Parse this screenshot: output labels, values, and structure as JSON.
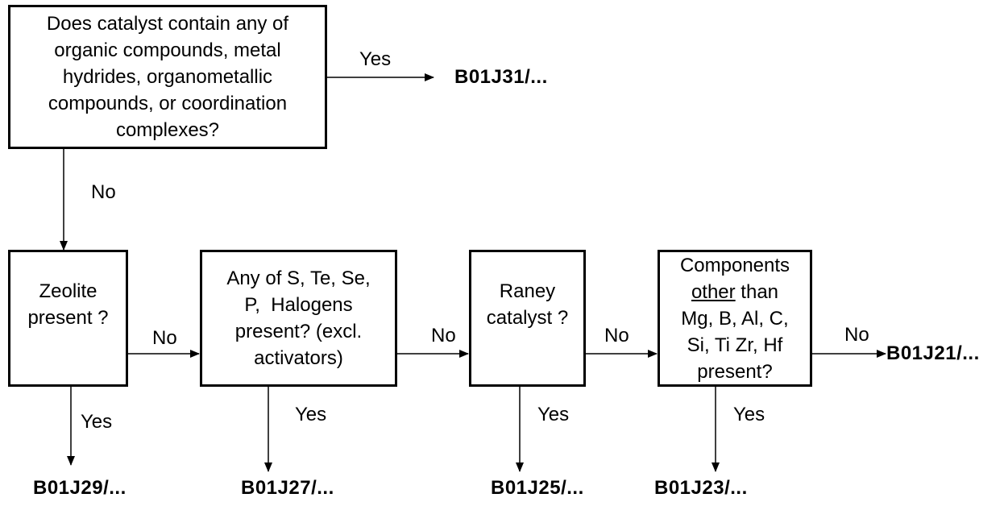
{
  "diagram": {
    "type": "decision-flowchart",
    "nodes": {
      "q1": {
        "lines": [
          "Does catalyst contain any of",
          "organic compounds, metal",
          "hydrides, organometallic",
          "compounds, or coordination",
          "complexes?"
        ]
      },
      "q2": {
        "lines": [
          "Zeolite",
          "present ?"
        ]
      },
      "q3": {
        "lines": [
          "Any of S, Te, Se,",
          "P,  Halogens",
          "present? (excl.",
          "activators)"
        ]
      },
      "q4": {
        "lines": [
          "Raney",
          "catalyst ?"
        ]
      },
      "q5": {
        "underlined": "other",
        "lines": [
          "Components",
          "other than",
          "Mg, B, Al, C,",
          "Si, Ti Zr, Hf",
          "present?"
        ]
      }
    },
    "outcomes": {
      "b01j31": "B01J31/...",
      "b01j29": "B01J29/...",
      "b01j27": "B01J27/...",
      "b01j25": "B01J25/...",
      "b01j23": "B01J23/...",
      "b01j21": "B01J21/..."
    },
    "edges": [
      {
        "from": "q1",
        "to": "b01j31",
        "label": "Yes"
      },
      {
        "from": "q1",
        "to": "q2",
        "label": "No"
      },
      {
        "from": "q2",
        "to": "b01j29",
        "label": "Yes"
      },
      {
        "from": "q2",
        "to": "q3",
        "label": "No"
      },
      {
        "from": "q3",
        "to": "b01j27",
        "label": "Yes"
      },
      {
        "from": "q3",
        "to": "q4",
        "label": "No"
      },
      {
        "from": "q4",
        "to": "b01j25",
        "label": "Yes"
      },
      {
        "from": "q4",
        "to": "q5",
        "label": "No"
      },
      {
        "from": "q5",
        "to": "b01j23",
        "label": "Yes"
      },
      {
        "from": "q5",
        "to": "b01j21",
        "label": "No"
      }
    ],
    "colors": {
      "line": "#000000",
      "background": "#ffffff"
    }
  }
}
